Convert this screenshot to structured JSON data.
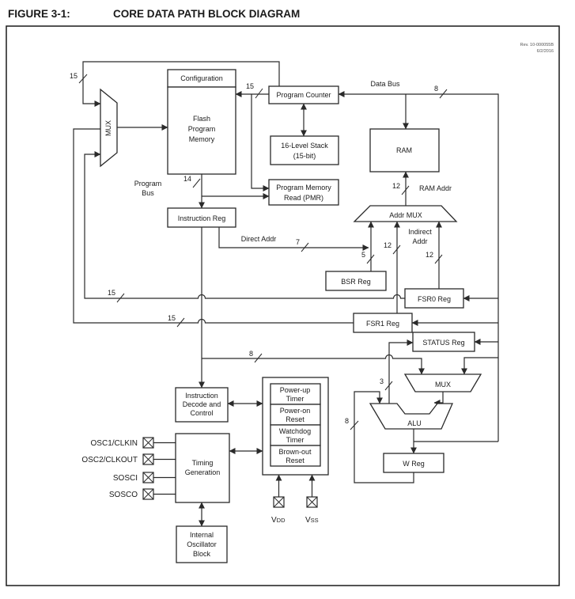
{
  "header": {
    "figure_label": "FIGURE 3-1:",
    "figure_title": "CORE DATA PATH BLOCK DIAGRAM"
  },
  "revision": {
    "line1": "Rev. 10-000055B",
    "line2": "6/2/2016"
  },
  "blocks": {
    "configuration": "Configuration",
    "flash": [
      "Flash",
      "Program",
      "Memory"
    ],
    "program_counter": "Program Counter",
    "stack": [
      "16-Level Stack",
      "(15-bit)"
    ],
    "pmr": [
      "Program Memory",
      "Read (PMR)"
    ],
    "instruction_reg": "Instruction Reg",
    "ram": "RAM",
    "addr_mux": "Addr MUX",
    "left_mux": "MUX",
    "alu_mux": "MUX",
    "alu": "ALU",
    "bsr": "BSR Reg",
    "fsr0": "FSR0 Reg",
    "fsr1": "FSR1 Reg",
    "status": "STATUS Reg",
    "w_reg": "W Reg",
    "idc": [
      "Instruction",
      "Decode and",
      "Control"
    ],
    "timing": [
      "Timing",
      "Generation"
    ],
    "int_osc": [
      "Internal",
      "Oscillator",
      "Block"
    ],
    "power_up": [
      "Power-up",
      "Timer"
    ],
    "power_on": [
      "Power-on",
      "Reset"
    ],
    "watchdog": [
      "Watchdog",
      "Timer"
    ],
    "brown_out": [
      "Brown-out",
      "Reset"
    ]
  },
  "labels": {
    "data_bus": "Data Bus",
    "program_bus": [
      "Program",
      "Bus"
    ],
    "ram_addr": "RAM Addr",
    "direct_addr": "Direct Addr",
    "indirect_addr": [
      "Indirect",
      "Addr"
    ]
  },
  "bus_widths": {
    "pc_wrap": "15",
    "pc_flash": "15",
    "fsr0_return": "15",
    "fsr1_return": "15",
    "flash_ir": "14",
    "direct_addr": "7",
    "bsr_addr": "5",
    "fsr1_addr": "12",
    "fsr0_addr": "12",
    "ram_addr": "12",
    "data_bus": "8",
    "mux_in": "8",
    "status_flags": "3",
    "w_feedback": "8"
  },
  "pins": {
    "osc1": "OSC1/CLKIN",
    "osc2": "OSC2/CLKOUT",
    "sosci": "SOSCI",
    "sosco": "SOSCO",
    "vdd_prefix": "V",
    "vdd_sub": "DD",
    "vss_prefix": "V",
    "vss_sub": "SS"
  },
  "colors": {
    "line": "#2a2a2a",
    "text": "#1a1a1a",
    "background": "#ffffff"
  }
}
